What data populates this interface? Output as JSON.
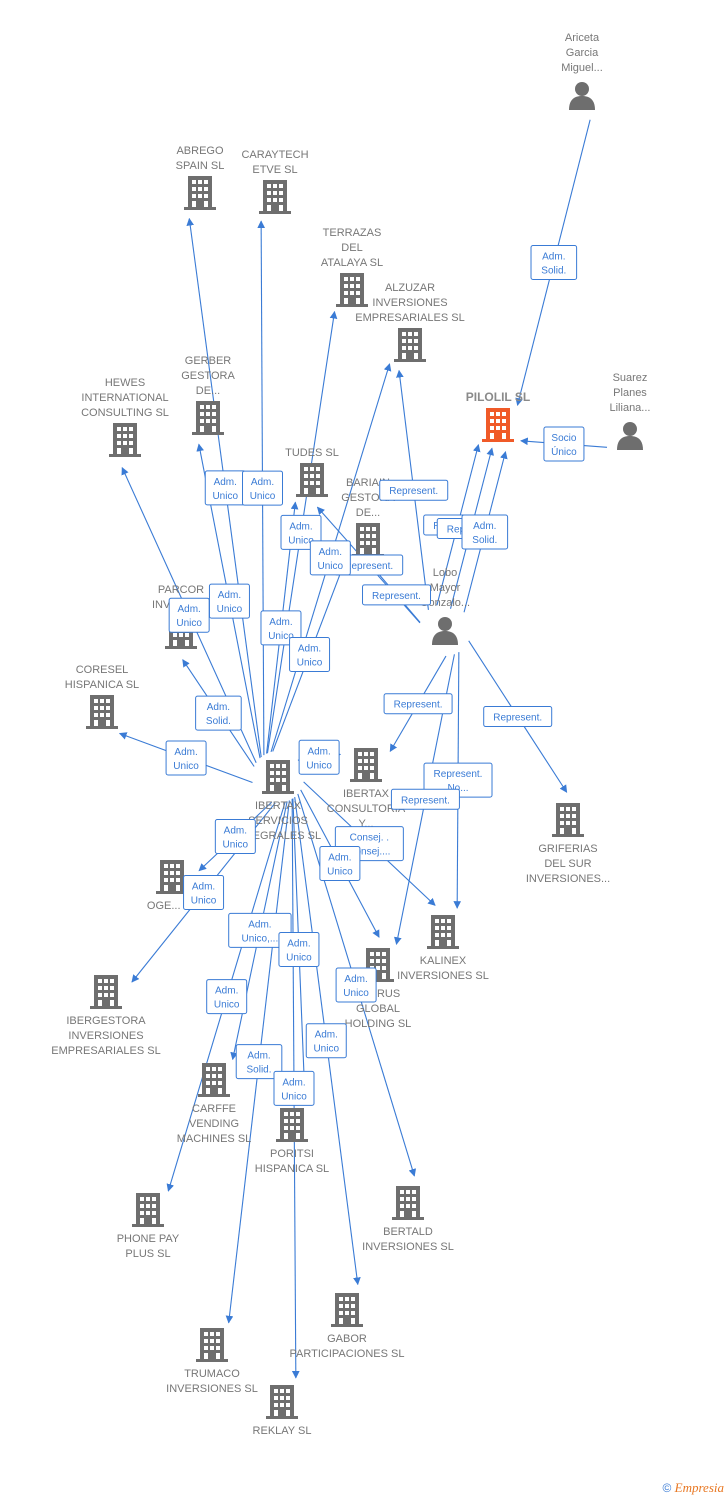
{
  "colors": {
    "edge": "#3a7bd5",
    "node": "#6e6e6e",
    "focus": "#f05a28",
    "label": "#777777"
  },
  "nodes": [
    {
      "id": "ariceta",
      "kind": "person",
      "lines": [
        "Ariceta",
        "Garcia",
        "Miguel..."
      ]
    },
    {
      "id": "abrego",
      "kind": "company",
      "lines": [
        "ABREGO",
        "SPAIN SL"
      ]
    },
    {
      "id": "caraytech",
      "kind": "company",
      "lines": [
        "CARAYTECH",
        "ETVE SL"
      ]
    },
    {
      "id": "terrazas",
      "kind": "company",
      "lines": [
        "TERRAZAS",
        "DEL",
        "ATALAYA SL"
      ]
    },
    {
      "id": "alzuzar",
      "kind": "company",
      "lines": [
        "ALZUZAR",
        "INVERSIONES",
        "EMPRESARIALES SL"
      ]
    },
    {
      "id": "gerber",
      "kind": "company",
      "lines": [
        "GERBER",
        "GESTORA",
        "DE..."
      ]
    },
    {
      "id": "hewes",
      "kind": "company",
      "lines": [
        "HEWES",
        "INTERNATIONAL",
        "CONSULTING SL"
      ]
    },
    {
      "id": "pilolil",
      "kind": "focus",
      "lines": [
        "PILOLIL  SL"
      ]
    },
    {
      "id": "suarez",
      "kind": "person",
      "lines": [
        "Suarez",
        "Planes",
        "Liliana..."
      ]
    },
    {
      "id": "tudes",
      "kind": "company",
      "lines": [
        "TUDES SL"
      ]
    },
    {
      "id": "bariain",
      "kind": "company",
      "lines": [
        "BARIAIN",
        "GESTORA",
        "DE..."
      ]
    },
    {
      "id": "lobo",
      "kind": "person",
      "lines": [
        "Lobo",
        "Mayor",
        "Gonzalo..."
      ]
    },
    {
      "id": "parcor",
      "kind": "company",
      "lines": [
        "PARCOR",
        "INVESTM..."
      ]
    },
    {
      "id": "coresel",
      "kind": "company",
      "lines": [
        "CORESEL",
        "HISPANICA SL"
      ]
    },
    {
      "id": "ibertax",
      "kind": "company",
      "lines": [
        "IBERTAX",
        "SERVICIOS",
        "INTEGRALES SL"
      ]
    },
    {
      "id": "ibertaxcons",
      "kind": "company",
      "lines": [
        "IBERTAX",
        "CONSULTORIA",
        "Y..."
      ]
    },
    {
      "id": "griferias",
      "kind": "company",
      "lines": [
        "GRIFERIAS",
        "DEL SUR",
        "INVERSIONES..."
      ]
    },
    {
      "id": "oge",
      "kind": "company",
      "lines": [
        "OGE... SL"
      ]
    },
    {
      "id": "kalinex",
      "kind": "company",
      "lines": [
        "KALINEX",
        "INVERSIONES SL"
      ]
    },
    {
      "id": "taurus",
      "kind": "company",
      "lines": [
        "TAURUS",
        "GLOBAL",
        "HOLDING SL"
      ]
    },
    {
      "id": "ibergestora",
      "kind": "company",
      "lines": [
        "IBERGESTORA",
        "INVERSIONES",
        "EMPRESARIALES SL"
      ]
    },
    {
      "id": "carffe",
      "kind": "company",
      "lines": [
        "CARFFE",
        "VENDING",
        "MACHINES SL"
      ]
    },
    {
      "id": "poritsi",
      "kind": "company",
      "lines": [
        "PORITSI",
        "HISPANICA SL"
      ]
    },
    {
      "id": "phonepay",
      "kind": "company",
      "lines": [
        "PHONE PAY",
        "PLUS SL"
      ]
    },
    {
      "id": "bertald",
      "kind": "company",
      "lines": [
        "BERTALD",
        "INVERSIONES SL"
      ]
    },
    {
      "id": "gabor",
      "kind": "company",
      "lines": [
        "GABOR",
        "PARTICIPACIONES SL"
      ]
    },
    {
      "id": "trumaco",
      "kind": "company",
      "lines": [
        "TRUMACO",
        "INVERSIONES SL"
      ]
    },
    {
      "id": "reklay",
      "kind": "company",
      "lines": [
        "REKLAY SL"
      ]
    }
  ],
  "relations": [
    {
      "from": "ariceta",
      "to": "pilolil",
      "label": [
        "Adm.",
        "Solid."
      ]
    },
    {
      "from": "suarez",
      "to": "pilolil",
      "label": [
        "Socio",
        "Único"
      ]
    },
    {
      "from": "lobo",
      "to": "pilolil",
      "label": [
        "Represent."
      ]
    },
    {
      "from": "lobo",
      "to": "pilolil",
      "label": [
        "Represent."
      ]
    },
    {
      "from": "lobo",
      "to": "pilolil",
      "label": [
        "Adm.",
        "Solid."
      ]
    },
    {
      "from": "lobo",
      "to": "alzuzar",
      "label": [
        "Represent."
      ]
    },
    {
      "from": "lobo",
      "to": "tudes",
      "label": [
        "Represent."
      ]
    },
    {
      "from": "lobo",
      "to": "bariain",
      "label": [
        "Represent."
      ]
    },
    {
      "from": "lobo",
      "to": "ibertaxcons",
      "label": [
        "Represent."
      ]
    },
    {
      "from": "lobo",
      "to": "griferias",
      "label": [
        "Represent."
      ]
    },
    {
      "from": "lobo",
      "to": "kalinex",
      "label": [
        "Represent.",
        "No..."
      ]
    },
    {
      "from": "lobo",
      "to": "taurus",
      "label": [
        "Represent."
      ]
    },
    {
      "from": "ibertax",
      "to": "abrego",
      "label": [
        "Adm.",
        "Unico"
      ]
    },
    {
      "from": "ibertax",
      "to": "caraytech",
      "label": [
        "Adm.",
        "Unico"
      ]
    },
    {
      "from": "ibertax",
      "to": "terrazas",
      "label": [
        "Adm.",
        "Unico"
      ]
    },
    {
      "from": "ibertax",
      "to": "gerber",
      "label": [
        "Adm.",
        "Unico"
      ]
    },
    {
      "from": "ibertax",
      "to": "hewes",
      "label": [
        "Adm.",
        "Unico"
      ]
    },
    {
      "from": "ibertax",
      "to": "tudes",
      "label": [
        "Adm.",
        "Unico"
      ]
    },
    {
      "from": "ibertax",
      "to": "bariain",
      "label": [
        "Adm.",
        "Unico"
      ]
    },
    {
      "from": "ibertax",
      "to": "parcor",
      "label": [
        "Adm.",
        "Solid."
      ]
    },
    {
      "from": "ibertax",
      "to": "coresel",
      "label": [
        "Adm.",
        "Unico"
      ]
    },
    {
      "from": "ibertax",
      "to": "alzuzar",
      "label": [
        "Adm.",
        "Unico"
      ]
    },
    {
      "from": "ibertax",
      "to": "ibertaxcons",
      "label": [
        "Adm.",
        "Unico"
      ]
    },
    {
      "from": "ibertax",
      "to": "oge",
      "label": [
        "Adm.",
        "Unico"
      ]
    },
    {
      "from": "ibertax",
      "to": "ibergestora",
      "label": [
        "Adm.",
        "Unico"
      ]
    },
    {
      "from": "ibertax",
      "to": "kalinex",
      "label": [
        "Consej. .",
        "Consej...."
      ]
    },
    {
      "from": "ibertax",
      "to": "taurus",
      "label": [
        "Adm.",
        "Unico"
      ]
    },
    {
      "from": "ibertax",
      "to": "carffe",
      "label": [
        "Adm.",
        "Unico,..."
      ]
    },
    {
      "from": "ibertax",
      "to": "phonepay",
      "label": [
        "Adm.",
        "Unico"
      ]
    },
    {
      "from": "ibertax",
      "to": "trumaco",
      "label": [
        "Adm.",
        "Solid."
      ]
    },
    {
      "from": "ibertax",
      "to": "reklay",
      "label": [
        "Adm.",
        "Unico"
      ]
    },
    {
      "from": "ibertax",
      "to": "poritsi",
      "label": [
        "Adm.",
        "Unico"
      ]
    },
    {
      "from": "ibertax",
      "to": "gabor",
      "label": [
        "Adm.",
        "Unico"
      ]
    },
    {
      "from": "ibertax",
      "to": "bertald",
      "label": [
        "Adm.",
        "Unico"
      ]
    }
  ],
  "footer": {
    "copyright": "©",
    "brand": "Empresia"
  }
}
